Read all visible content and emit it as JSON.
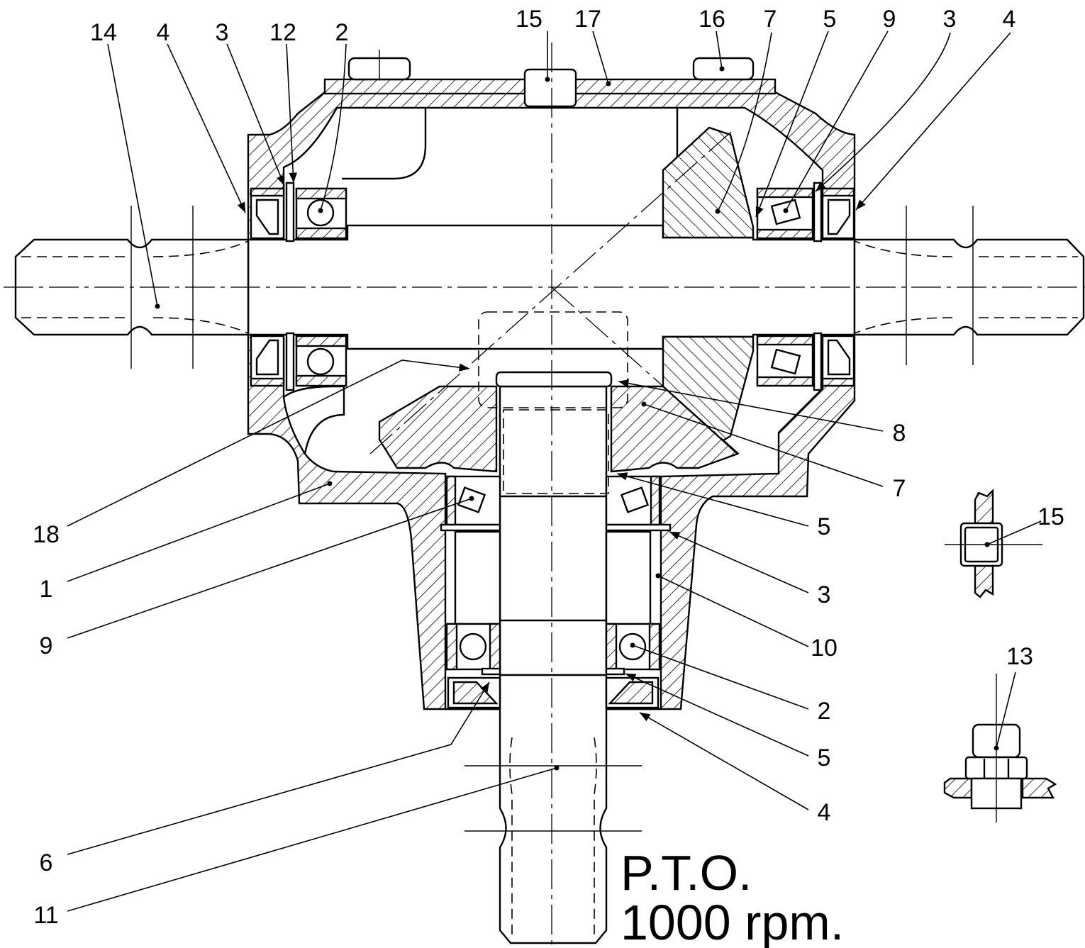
{
  "callouts": {
    "top": [
      "14",
      "4",
      "3",
      "12",
      "2",
      "15",
      "17",
      "16",
      "7",
      "5",
      "9",
      "3",
      "4"
    ],
    "right": [
      "8",
      "7",
      "5",
      "3",
      "10",
      "2",
      "5",
      "4"
    ],
    "left": [
      "18",
      "1",
      "9",
      "6",
      "11"
    ],
    "detail": [
      "15",
      "13"
    ]
  },
  "note": {
    "line1": "P.T.O.",
    "line2": "1000 rpm."
  }
}
